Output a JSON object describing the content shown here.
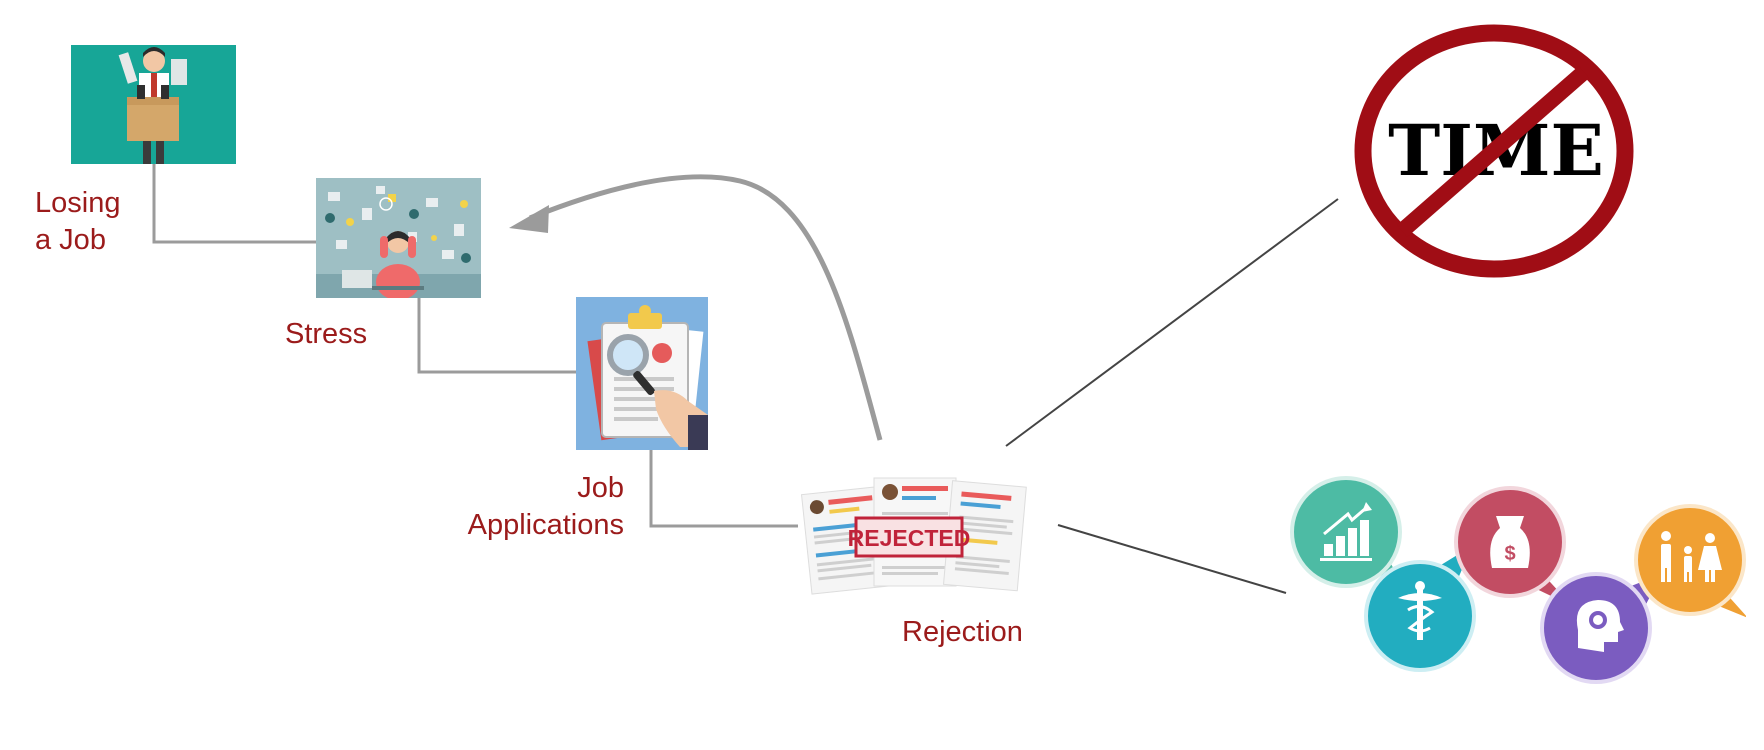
{
  "diagram": {
    "nodes": {
      "losing_job": {
        "label_lines": [
          "Losing",
          "a Job"
        ],
        "icon": "man-carrying-box-icon"
      },
      "stress": {
        "label_lines": [
          "Stress"
        ],
        "icon": "stressed-person-icon"
      },
      "applications": {
        "label_lines": [
          "Job",
          "Applications"
        ],
        "icon": "clipboard-magnifier-icon"
      },
      "rejection": {
        "label_lines": [
          "Rejection"
        ],
        "icon": "rejected-resumes-icon",
        "stamp_text": "REJECTED"
      },
      "no_time": {
        "sign_text": "TIME",
        "icon": "no-time-sign-icon"
      },
      "life_areas": {
        "icon": "life-areas-bubbles-icon",
        "bubbles": [
          "career-growth-icon",
          "health-icon",
          "money-icon",
          "mind-icon",
          "family-icon"
        ]
      }
    },
    "colors": {
      "label": "#9b1b1b",
      "connector": "#9b9b9b",
      "thin_line": "#444444",
      "prohibition": "#a00d15",
      "bubble_green": "#4dbba4",
      "bubble_teal": "#22adc0",
      "bubble_red": "#c24d63",
      "bubble_purple": "#7b5cc0",
      "bubble_orange": "#f0a033"
    }
  }
}
